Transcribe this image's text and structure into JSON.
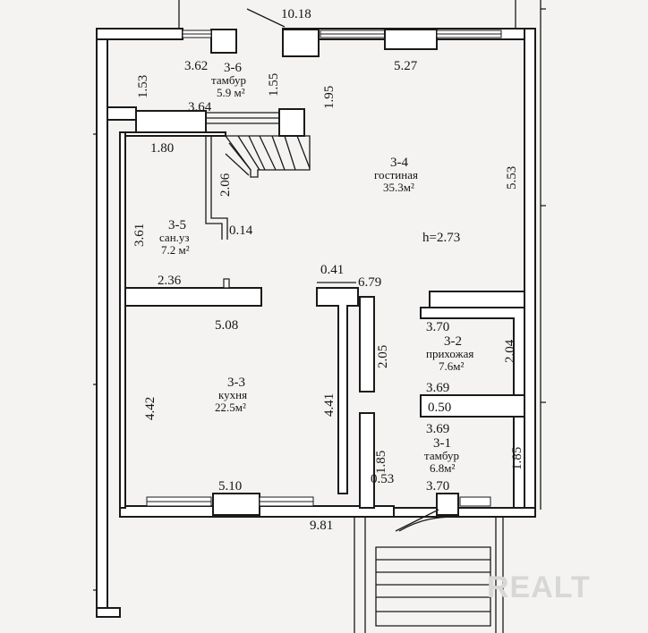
{
  "plan": {
    "dimensions": {
      "top_overall": "10.18",
      "bottom_overall": "9.81",
      "tambur6_width": "3.62",
      "tambur6_height": "1.53",
      "tambur6_bottom": "3.64",
      "tambur6_depth": "1.55",
      "stair_gap": "1.95",
      "living_top": "5.27",
      "living_right": "5.53",
      "bath_top": "1.80",
      "bath_stair": "2.06",
      "bath_left": "3.61",
      "bath_gap": "0.14",
      "bath_bottom": "2.36",
      "partition_gap": "0.41",
      "living_bottom": "6.79",
      "kitchen_top": "5.08",
      "kitchen_left": "4.42",
      "kitchen_right": "4.41",
      "kitchen_bottom": "5.10",
      "hall_top": "3.70",
      "hall_left": "2.05",
      "hall_right": "2.04",
      "hall_bottom": "3.69",
      "wall_thickness": "0.50",
      "tambur1_top": "3.69",
      "tambur1_left": "1.85",
      "tambur1_right": "1.85",
      "tambur1_gap": "0.53",
      "tambur1_bottom": "3.70"
    },
    "rooms": [
      {
        "num": "3-6",
        "name": "тамбур",
        "area": "5.9 м²"
      },
      {
        "num": "3-4",
        "name": "гостиная",
        "area": "35.3м²"
      },
      {
        "num": "3-5",
        "name": "сан.уз",
        "area": "7.2 м²"
      },
      {
        "num": "3-3",
        "name": "кухня",
        "area": "22.5м²"
      },
      {
        "num": "3-2",
        "name": "прихожая",
        "area": "7.6м²"
      },
      {
        "num": "3-1",
        "name": "тамбур",
        "area": "6.8м²"
      }
    ],
    "ceiling_height": "h=2.73",
    "watermark": "REALT"
  }
}
